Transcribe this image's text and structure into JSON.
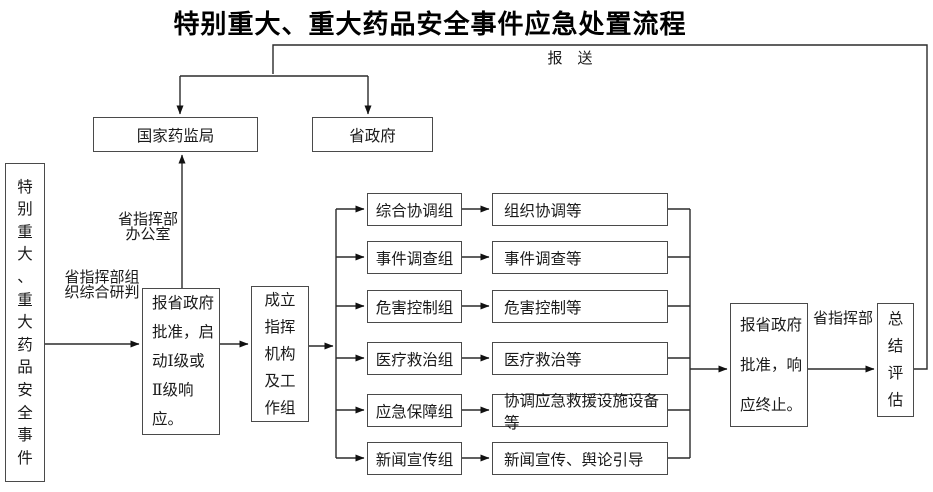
{
  "title": "特别重大、重大药品安全事件应急处置流程",
  "nodes": {
    "incident": "特\n别\n重\n大\n、\n重\n大\n药\n品\n安\n全\n事\n件",
    "national_drug_admin": "国家药监局",
    "provincial_government": "省政府",
    "approve_and_activate": "报省政府\n批准，启\n动Ⅰ级或\nⅡ级响\n应。",
    "setup_command_body": "成立\n指挥\n机构\n及工\n作组",
    "approve_and_terminate": "报省政府\n批准，响\n应终止。",
    "summary_evaluation": "总\n结\n评\n估"
  },
  "labels": {
    "report": "报　送",
    "command_office": "省指挥部\n办公室",
    "joint_assessment": "省指挥部组\n织综合研判",
    "provincial_command": "省指挥部"
  },
  "work_groups": [
    {
      "group": "综合协调组",
      "duty": "组织协调等"
    },
    {
      "group": "事件调查组",
      "duty": "事件调查等"
    },
    {
      "group": "危害控制组",
      "duty": "危害控制等"
    },
    {
      "group": "医疗救治组",
      "duty": "医疗救治等"
    },
    {
      "group": "应急保障组",
      "duty": "协调应急救援设施设备等"
    },
    {
      "group": "新闻宣传组",
      "duty": "新闻宣传、舆论引导"
    }
  ]
}
